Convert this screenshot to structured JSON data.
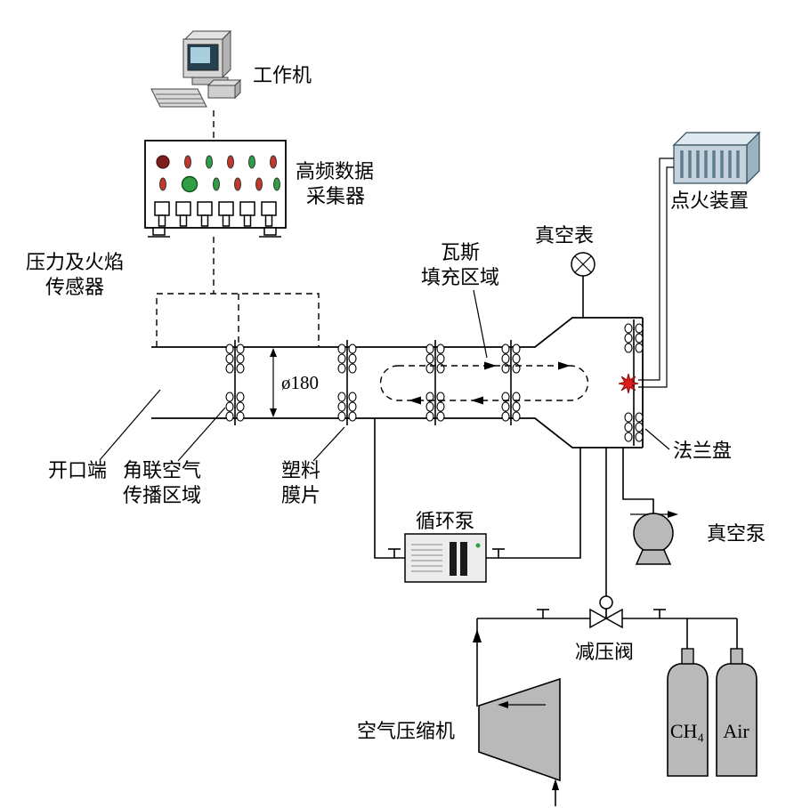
{
  "diagram": {
    "labels": {
      "workstation": "工作机",
      "daq": [
        "高频数据",
        "采集器"
      ],
      "sensors": [
        "压力及火焰",
        "传感器"
      ],
      "vacuum_gauge": "真空表",
      "gas_zone": [
        "瓦斯",
        "填充区域"
      ],
      "ignition_device": "点火装置",
      "diameter": "ø180",
      "open_end": "开口端",
      "air_zone": [
        "角联空气",
        "传播区域"
      ],
      "membrane": [
        "塑料",
        "膜片"
      ],
      "flange": "法兰盘",
      "circulation_pump": "循环泵",
      "vacuum_pump": "真空泵",
      "reducing_valve": "减压阀",
      "air_compressor": "空气压缩机",
      "cylinders": [
        "CH₄",
        "Air"
      ]
    },
    "colors": {
      "line": "#000000",
      "equipment_gray": "#b9b9b9",
      "spark_red": "#e01b1b",
      "screen_blue": "#a9cede",
      "ignition_face": "#c3d2dc",
      "ignition_top": "#dfe9ef",
      "ignition_side": "#9db2c0"
    },
    "daq_indicators": {
      "row1": [
        "#7c1d1d",
        "#c0392b",
        "#2f9e44",
        "#c0392b",
        "#2f9e44",
        "#c0392b"
      ],
      "row2": [
        "#c0392b",
        "#2f9e44",
        "#2f9e44",
        "#c0392b",
        "#c0392b",
        "#2f9e44"
      ]
    }
  }
}
